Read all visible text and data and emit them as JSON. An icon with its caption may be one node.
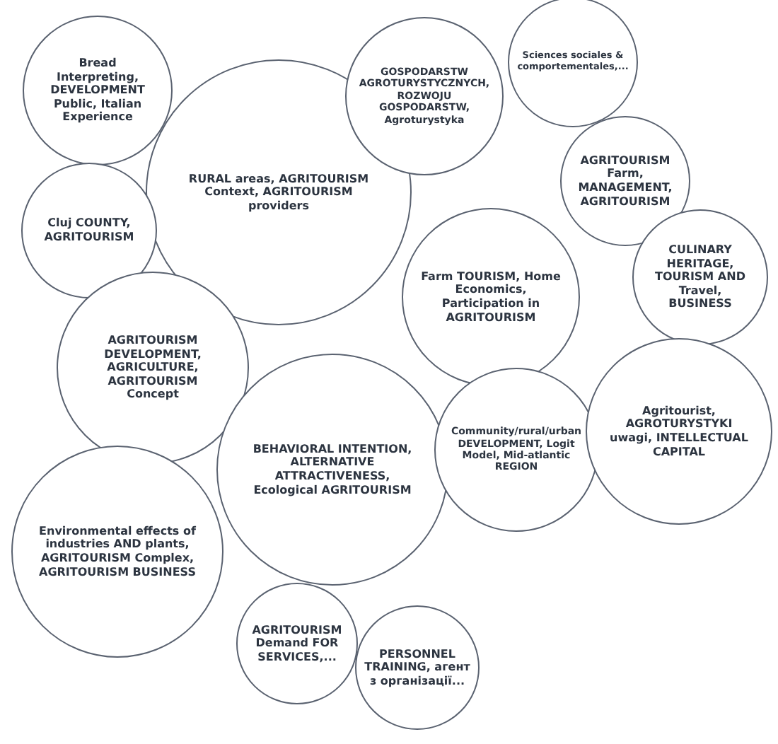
{
  "diagram": {
    "nodes": [
      {
        "text": [
          "Bread Interpreting, DEVELOPMENT Public, Italian Experience"
        ]
      },
      {
        "text": [
          "RURAL areas, AGRITOURISM Context, AGRITOURISM providers"
        ]
      },
      {
        "text": [
          "Cluj COUNTY, AGRITOURISM"
        ]
      },
      {
        "text": [
          "AGRITOURISM DEVELOPMENT, AGRICULTURE, AGRITOURISM Concept"
        ]
      },
      {
        "text": [
          "Environmental effects of industries AND plants, AGRITOURISM Complex, AGRITOURISM BUSINESS"
        ]
      },
      {
        "text": [
          "BEHAVIORAL INTENTION, ALTERNATIVE ATTRACTIVENESS, Ecological AGRITOURISM"
        ]
      },
      {
        "text": [
          "AGRITOURISM Demand FOR SERVICES,..."
        ]
      },
      {
        "text": [
          "PERSONNEL TRAINING, агент з організації..."
        ]
      },
      {
        "text": [
          "Sciences sociales & comportementales,..."
        ]
      },
      {
        "text": [
          "GOSPODARSTW AGROTURYSTYCZNYCH, ROZWOJU GOSPODARSTW, Agroturystyka"
        ]
      },
      {
        "text": [
          "AGRITOURISM Farm, MANAGEMENT, AGRITOURISM"
        ]
      },
      {
        "text": [
          "Farm TOURISM, Home Economics, Participation in AGRITOURISM"
        ]
      },
      {
        "text": [
          "CULINARY HERITAGE, TOURISM AND Travel, BUSINESS"
        ]
      },
      {
        "text": [
          "Community/rural/urban DEVELOPMENT, Logit Model, Mid-atlantic REGION"
        ]
      },
      {
        "text": [
          "Agritourist, AGROTURYSTYKI uwagi, INTELLECTUAL CAPITAL"
        ]
      }
    ]
  }
}
